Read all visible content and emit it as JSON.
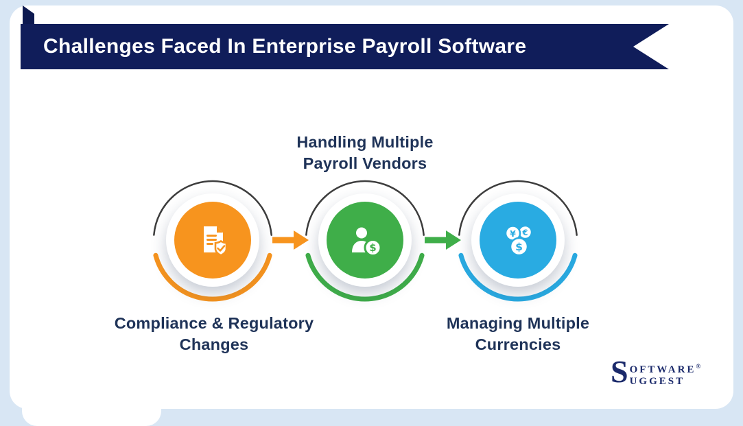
{
  "banner": {
    "title": "Challenges Faced In Enterprise Payroll Software"
  },
  "steps": [
    {
      "line1": "Compliance & Regulatory",
      "line2": "Changes",
      "color": "#F7941E",
      "icon": "compliance-document-shield-icon",
      "label_position": "below"
    },
    {
      "line1": "Handling Multiple",
      "line2": "Payroll Vendors",
      "color": "#3FAE49",
      "icon": "payroll-vendor-person-coin-icon",
      "label_position": "above"
    },
    {
      "line1": "Managing Multiple",
      "line2": "Currencies",
      "color": "#29ABE2",
      "icon": "multi-currency-coins-icon",
      "label_position": "below"
    }
  ],
  "icon_glyphs": {
    "dollar": "$",
    "yen": "¥",
    "euro": "€"
  },
  "logo": {
    "initial": "S",
    "word1_rest": "OFTWARE",
    "word2_rest": "UGGEST",
    "registered": "®"
  },
  "colors": {
    "page_bg": "#D8E6F4",
    "card_bg": "#FFFFFF",
    "banner_bg": "#101D5A",
    "label_text": "#1F3358",
    "ring_dark": "#3D3D3D",
    "logo_text": "#1B2A6B"
  }
}
